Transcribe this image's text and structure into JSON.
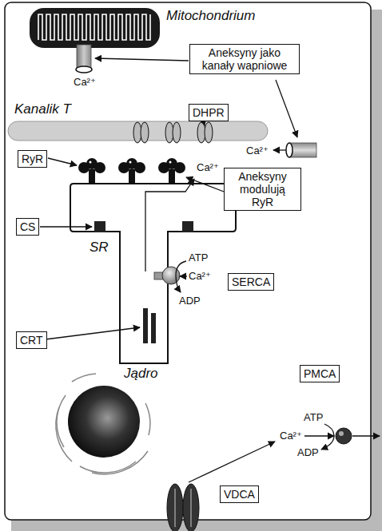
{
  "diagram": {
    "nodes": [
      {
        "text": [
          "Aneksyny jako kanały wapniowe"
        ]
      },
      {
        "text": [
          "DHPR"
        ]
      },
      {
        "text": [
          "RyR"
        ]
      },
      {
        "text": [
          "Aneksyny modulują RyR"
        ]
      },
      {
        "text": [
          "CS"
        ]
      },
      {
        "text": [
          "SERCA"
        ]
      },
      {
        "text": [
          "CRT"
        ]
      },
      {
        "text": [
          "PMCA"
        ]
      },
      {
        "text": [
          "VDCA"
        ]
      }
    ],
    "labels": [
      "Mitochondrium",
      "Ca²⁺",
      "Ca²⁺",
      "Kanalik T",
      "Ca²⁺",
      "SR",
      "ATP",
      "Ca²⁺",
      "ADP",
      "Jądro",
      "ATP",
      "Ca²⁺",
      "ADP"
    ]
  }
}
